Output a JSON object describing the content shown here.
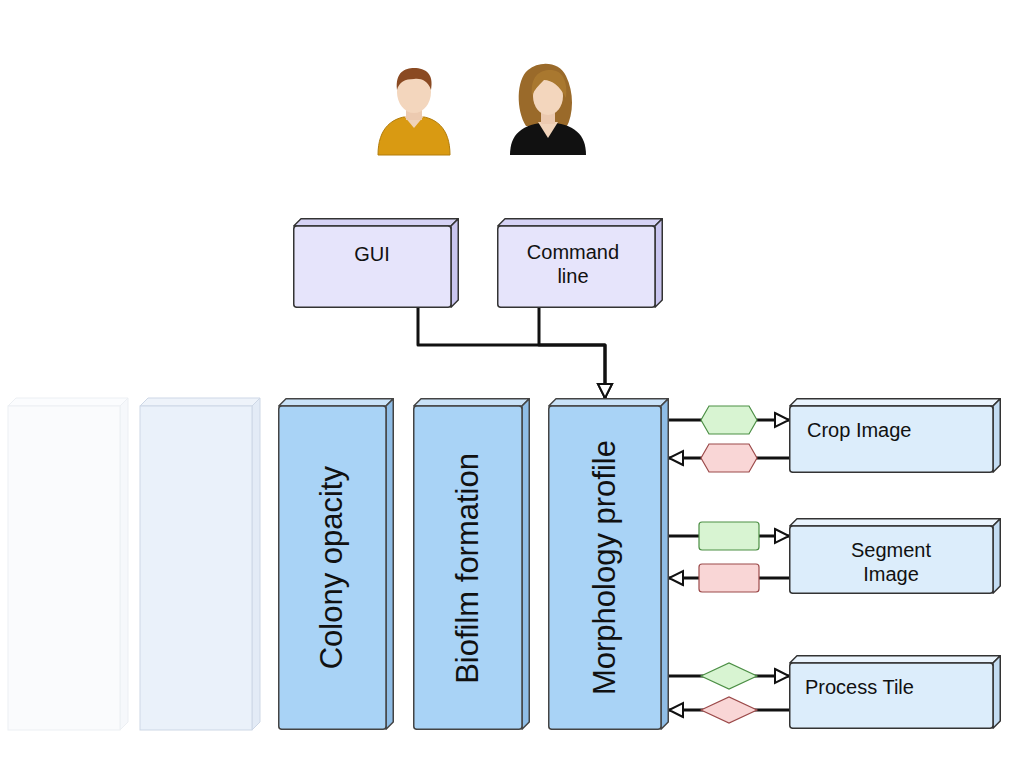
{
  "diagram": {
    "nodes": [
      {
        "text": [
          "GUI"
        ]
      },
      {
        "text": [
          "Command line"
        ]
      },
      {
        "text": [
          "Colony opacity"
        ]
      },
      {
        "text": [
          "Biofilm formation"
        ]
      },
      {
        "text": [
          "Morphology profile"
        ]
      },
      {
        "text": [
          "Crop Image"
        ]
      },
      {
        "text": [
          "Segment Image"
        ]
      },
      {
        "text": [
          "Process Tile"
        ]
      }
    ],
    "edges": [
      {
        "from": 0,
        "to": 4,
        "arrow": "to"
      },
      {
        "from": 1,
        "to": 4,
        "arrow": "to"
      },
      {
        "from": 4,
        "to": 5,
        "arrow": "to"
      },
      {
        "from": 5,
        "to": 4,
        "arrow": "to"
      },
      {
        "from": 4,
        "to": 6,
        "arrow": "to"
      },
      {
        "from": 6,
        "to": 4,
        "arrow": "to"
      },
      {
        "from": 4,
        "to": 7,
        "arrow": "to"
      },
      {
        "from": 7,
        "to": 4,
        "arrow": "to"
      }
    ]
  }
}
